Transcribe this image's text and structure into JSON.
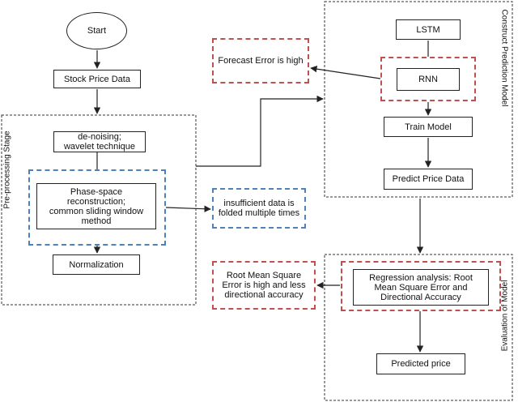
{
  "nodes": {
    "start": "Start",
    "stock_price_data": "Stock Price Data",
    "denoising": "de-noising;\nwavelet technique",
    "phase_space": "Phase-space\nreconstruction;\ncommon sliding window\nmethod",
    "normalization": "Normalization",
    "lstm": "LSTM",
    "rnn": "RNN",
    "train_model": "Train Model",
    "predict_price_data": "Predict Price Data",
    "regression_analysis": "Regression analysis: Root\nMean Square Error and\nDirectional Accuracy",
    "predicted_price": "Predicted price"
  },
  "notes": {
    "forecast_error": "Forecast Error is high",
    "insufficient_data": "insufficient data is\nfolded multiple times",
    "rmse_high": "Root Mean Square\nError is high and less\ndirectional accuracy"
  },
  "stages": {
    "preprocessing": "Pre-processing Stage",
    "construct_model": "Construct Prediction Model",
    "evaluation": "Evaluation of Model"
  },
  "colors": {
    "red_dash": "#c0504d",
    "blue_dash": "#4f81bd",
    "line": "#222222"
  }
}
